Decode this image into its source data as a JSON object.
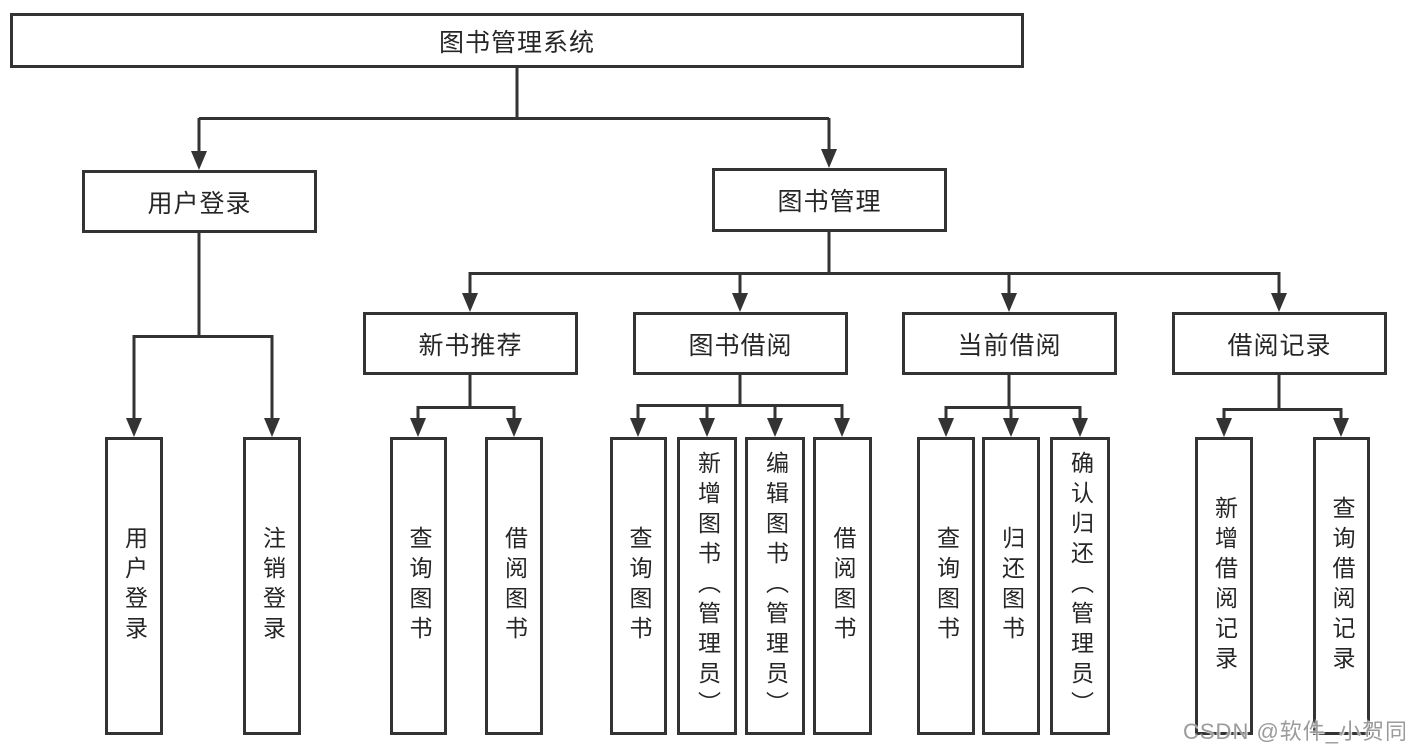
{
  "tree": {
    "root": {
      "label": "图书管理系统"
    },
    "branches": [
      {
        "label": "用户登录",
        "children": [
          {
            "label": "用户登录"
          },
          {
            "label": "注销登录"
          }
        ]
      },
      {
        "label": "图书管理",
        "children": [
          {
            "label": "新书推荐",
            "children": [
              {
                "label": "查询图书"
              },
              {
                "label": "借阅图书"
              }
            ]
          },
          {
            "label": "图书借阅",
            "children": [
              {
                "label": "查询图书"
              },
              {
                "label": "新增图书（管理员）"
              },
              {
                "label": "编辑图书（管理员）"
              },
              {
                "label": "借阅图书"
              }
            ]
          },
          {
            "label": "当前借阅",
            "children": [
              {
                "label": "查询图书"
              },
              {
                "label": "归还图书"
              },
              {
                "label": "确认归还（管理员）"
              }
            ]
          },
          {
            "label": "借阅记录",
            "children": [
              {
                "label": "新增借阅记录"
              },
              {
                "label": "查询借阅记录"
              }
            ]
          }
        ]
      }
    ]
  },
  "watermark": {
    "text": "CSDN @软件_小贺同学"
  },
  "colors": {
    "line": "#333333",
    "text": "#262626",
    "background": "#ffffff",
    "watermark": "#9b9b9b"
  }
}
